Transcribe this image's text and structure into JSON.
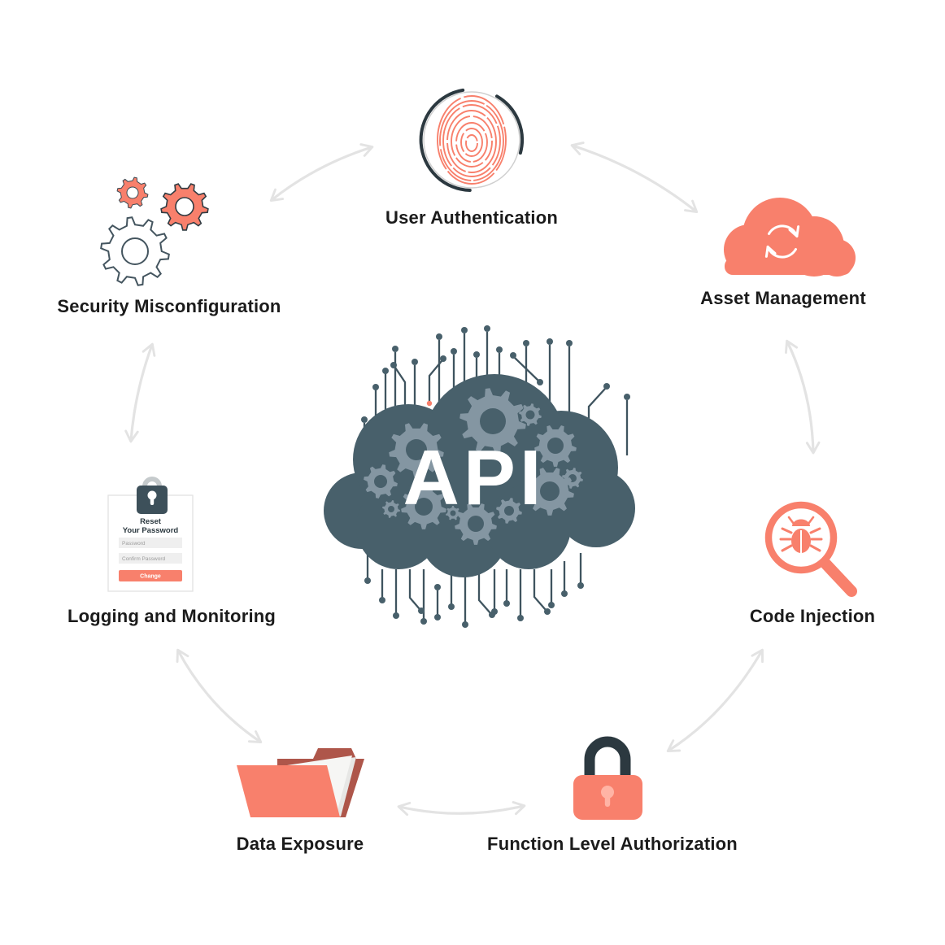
{
  "page": {
    "background": "#ffffff"
  },
  "center": {
    "label": "API",
    "icon": "api-circuit-cloud-icon"
  },
  "nodes": [
    {
      "id": "user-authentication",
      "label": "User Authentication",
      "icon": "fingerprint-icon"
    },
    {
      "id": "asset-management",
      "label": "Asset Management",
      "icon": "cloud-sync-icon"
    },
    {
      "id": "code-injection",
      "label": "Code Injection",
      "icon": "bug-magnifier-icon"
    },
    {
      "id": "function-level-authorization",
      "label": "Function Level Authorization",
      "icon": "padlock-icon"
    },
    {
      "id": "data-exposure",
      "label": "Data Exposure",
      "icon": "open-folder-icon"
    },
    {
      "id": "logging-and-monitoring",
      "label": "Logging and Monitoring",
      "icon": "password-reset-card-icon"
    },
    {
      "id": "security-misconfiguration",
      "label": "Security Misconfiguration",
      "icon": "gears-icon"
    }
  ],
  "reset_card": {
    "title_line1": "Reset",
    "title_line2": "Your Password",
    "field1_placeholder": "Password",
    "field2_placeholder": "Confirm Password",
    "button_label": "Change"
  },
  "colors": {
    "coral": "#f8806c",
    "coral-light": "#ffb4a5",
    "brick": "#ae564a",
    "slate": "#48606b",
    "slate-dark": "#2c3940",
    "lockbody": "#3d505a",
    "shackle": "#c5cacc",
    "gear": "#8496a2",
    "circuit": "#3f545f",
    "arrow": "#e3e3e3",
    "ink": "#1b1b1b",
    "field": "#efefef",
    "fieldtext": "#9b9b9b"
  }
}
